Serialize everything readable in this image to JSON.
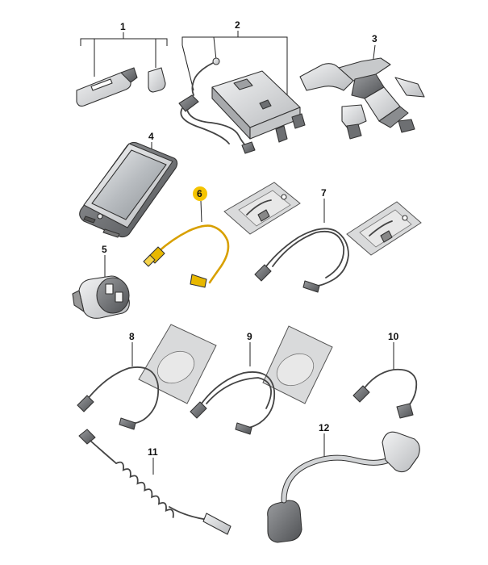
{
  "diagram": {
    "callouts": [
      {
        "id": "c1",
        "label": "1",
        "highlight": false
      },
      {
        "id": "c2",
        "label": "2",
        "highlight": false
      },
      {
        "id": "c3",
        "label": "3",
        "highlight": false
      },
      {
        "id": "c4",
        "label": "4",
        "highlight": false
      },
      {
        "id": "c5",
        "label": "5",
        "highlight": false
      },
      {
        "id": "c6",
        "label": "6",
        "highlight": true
      },
      {
        "id": "c7",
        "label": "7",
        "highlight": false
      },
      {
        "id": "c8",
        "label": "8",
        "highlight": false
      },
      {
        "id": "c9",
        "label": "9",
        "highlight": false
      },
      {
        "id": "c10",
        "label": "10",
        "highlight": false
      },
      {
        "id": "c11",
        "label": "11",
        "highlight": false
      },
      {
        "id": "c12",
        "label": "12",
        "highlight": false
      }
    ],
    "colors": {
      "highlight": "#f5c400",
      "highlight_cable": "#d8a000",
      "line": "#333333",
      "part_light": "#e6e7e8",
      "part_mid": "#c9cacc",
      "part_dark": "#8f9194"
    }
  }
}
